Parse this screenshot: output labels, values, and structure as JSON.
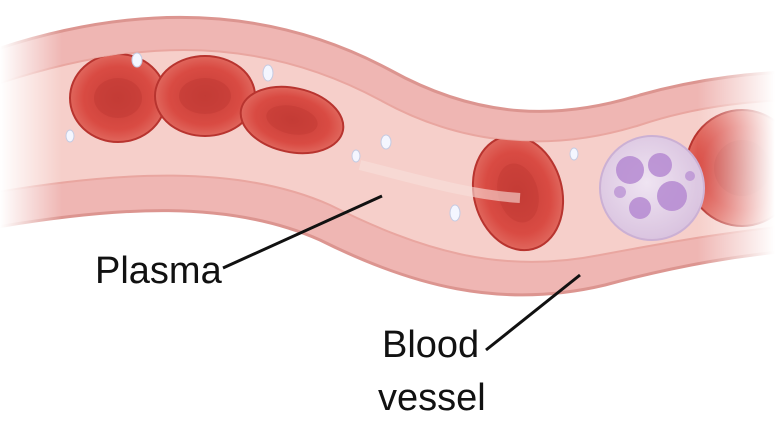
{
  "diagram": {
    "labels": {
      "plasma": "Plasma",
      "vessel_line1": "Blood",
      "vessel_line2": "vessel"
    },
    "colors": {
      "vessel_wall": "#efb6b3",
      "vessel_wall_dark": "#dc9590",
      "vessel_lumen": "#f6cfca",
      "red_blood_cell": "#d94b43",
      "red_blood_cell_center": "#c63d37",
      "white_blood_cell": "#d8c1de",
      "white_blood_cell_nucleus": "#b58ad1",
      "platelet": "#f4f6ff",
      "leader_line": "#111111"
    }
  }
}
